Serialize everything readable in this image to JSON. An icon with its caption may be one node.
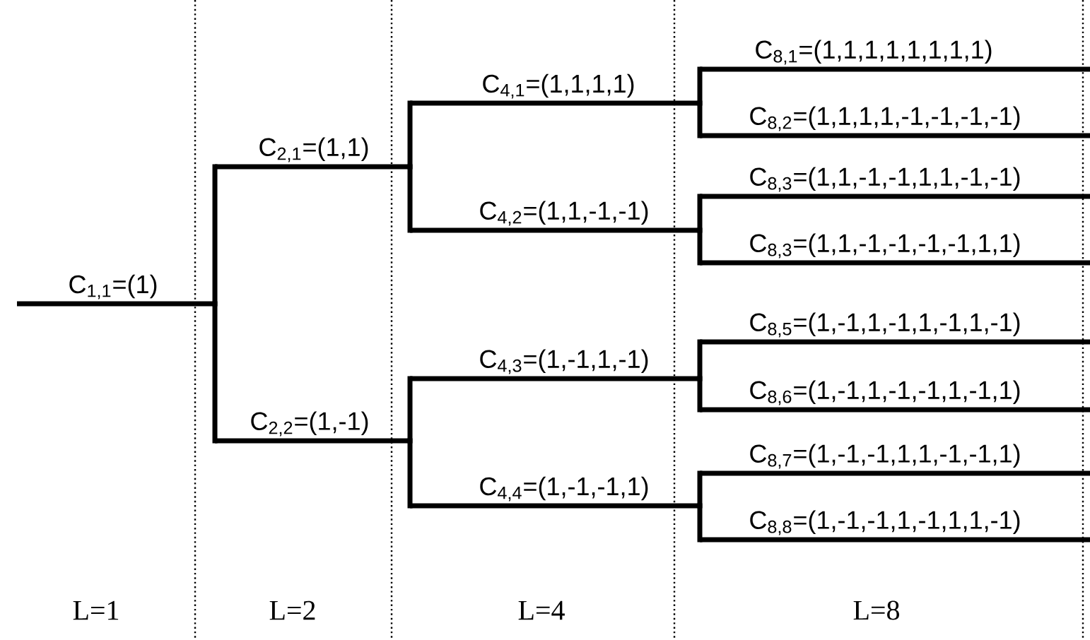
{
  "diagram": {
    "nodes": [
      {
        "text": [
          "C$_{1,1}$=(1)"
        ]
      },
      {
        "text": [
          "C$_{2,1}$=(1,1)"
        ]
      },
      {
        "text": [
          "C$_{2,2}$=(1,-1)"
        ]
      },
      {
        "text": [
          "C$_{4,1}$=(1,1,1,1)"
        ]
      },
      {
        "text": [
          "C$_{4,2}$=(1,1,-1,-1)"
        ]
      },
      {
        "text": [
          "C$_{4,3}$=(1,-1,1,-1)"
        ]
      },
      {
        "text": [
          "C$_{4,4}$=(1,-1,-1,1)"
        ]
      },
      {
        "text": [
          "C$_{8,1}$=(1,1,1,1,1,1,1,1)"
        ]
      },
      {
        "text": [
          "C$_{8,2}$=(1,1,1,1,-1,-1,-1,-1)"
        ]
      },
      {
        "text": [
          "C$_{8,3}$=(1,1,-1,-1,1,1,-1,-1)"
        ]
      },
      {
        "text": [
          "C$_{8,3}$=(1,1,-1,-1,-1,-1,1,1)"
        ]
      },
      {
        "text": [
          "C$_{8,5}$=(1,-1,1,-1,1,-1,1,-1)"
        ]
      },
      {
        "text": [
          "C$_{8,6}$=(1,-1,1,-1,-1,1,-1,1)"
        ]
      },
      {
        "text": [
          "C$_{8,7}$=(1,-1,-1,1,1,-1,-1,1)"
        ]
      },
      {
        "text": [
          "C$_{8,8}$=(1,-1,-1,1,-1,1,1,-1)"
        ]
      }
    ],
    "edges": [
      {
        "from": 0,
        "to": 1,
        "arrow": "none"
      },
      {
        "from": 0,
        "to": 2,
        "arrow": "none"
      },
      {
        "from": 1,
        "to": 3,
        "arrow": "none"
      },
      {
        "from": 1,
        "to": 4,
        "arrow": "none"
      },
      {
        "from": 2,
        "to": 5,
        "arrow": "none"
      },
      {
        "from": 2,
        "to": 6,
        "arrow": "none"
      },
      {
        "from": 3,
        "to": 7,
        "arrow": "none"
      },
      {
        "from": 3,
        "to": 8,
        "arrow": "none"
      },
      {
        "from": 4,
        "to": 9,
        "arrow": "none"
      },
      {
        "from": 4,
        "to": 10,
        "arrow": "none"
      },
      {
        "from": 5,
        "to": 11,
        "arrow": "none"
      },
      {
        "from": 5,
        "to": 12,
        "arrow": "none"
      },
      {
        "from": 6,
        "to": 13,
        "arrow": "none"
      },
      {
        "from": 6,
        "to": 14,
        "arrow": "none"
      }
    ],
    "labels": [
      "L=1",
      "L=2",
      "L=4",
      "L=8"
    ]
  }
}
